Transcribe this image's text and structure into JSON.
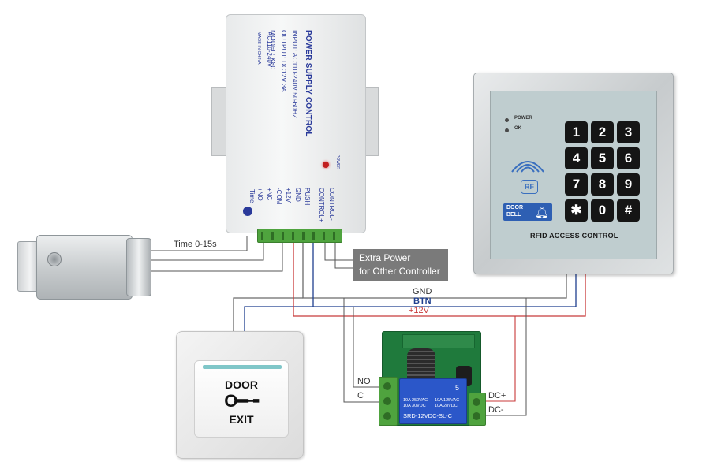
{
  "power_supply": {
    "title": "POWER SUPPLY CONTROL",
    "input": "INPUT: AC110-240V  50-60HZ",
    "output": "OUTPUT: DC12V  3A",
    "model": "MODEL: K80",
    "ac_label": "AC110-240V",
    "made_in": "MADE IN CHINA",
    "power_led_label": "POWER",
    "time_label": "Time",
    "terminals": [
      "+NO",
      "+NC",
      "-COM",
      "+12V",
      "GND",
      "PUSH",
      "CONTROL+",
      "CONTROL-"
    ]
  },
  "keypad": {
    "power_label": "POWER",
    "ok_label": "OK",
    "keys": [
      "1",
      "2",
      "3",
      "4",
      "5",
      "6",
      "7",
      "8",
      "9",
      "✱",
      "0",
      "#"
    ],
    "doorbell": [
      "DOOR",
      "BELL"
    ],
    "rf_label": "RF",
    "name": "RFID ACCESS CONTROL"
  },
  "exit_button": {
    "top": "DOOR",
    "bottom": "EXIT"
  },
  "relay_board": {
    "relay_text": [
      "10A 250VAC",
      "10A 30VDC",
      "10A 125VAC",
      "10A 28VDC"
    ],
    "relay_model": "SRD-12VDC-SL-C",
    "pin_5": "5"
  },
  "labels": {
    "time_range": "Time 0-15s",
    "extra_power": [
      "Extra Power",
      "for Other Controller"
    ],
    "gnd": "GND",
    "btn": "BTN",
    "v12": "+12V",
    "no": "NO",
    "c": "C",
    "dc_plus": "DC+",
    "dc_minus": "DC-"
  },
  "colors": {
    "gnd_wire": "#6b6b6b",
    "btn_wire": "#1f3f8f",
    "v12_wire": "#c83a3a",
    "terminal_green": "#4fa33e",
    "pcb_green": "#1f7a3c",
    "relay_blue": "#2b57c9"
  }
}
